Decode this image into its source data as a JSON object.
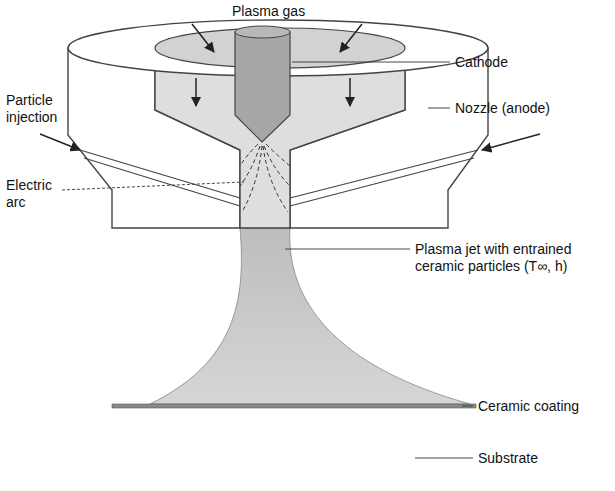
{
  "diagram": {
    "labels": [
      "Plasma gas",
      "Cathode",
      "Nozzle (anode)",
      "Particle injection",
      "Electric arc",
      "Plasma jet with entrained ceramic particles (T∞, h)",
      "Ceramic coating",
      "Substrate"
    ]
  }
}
